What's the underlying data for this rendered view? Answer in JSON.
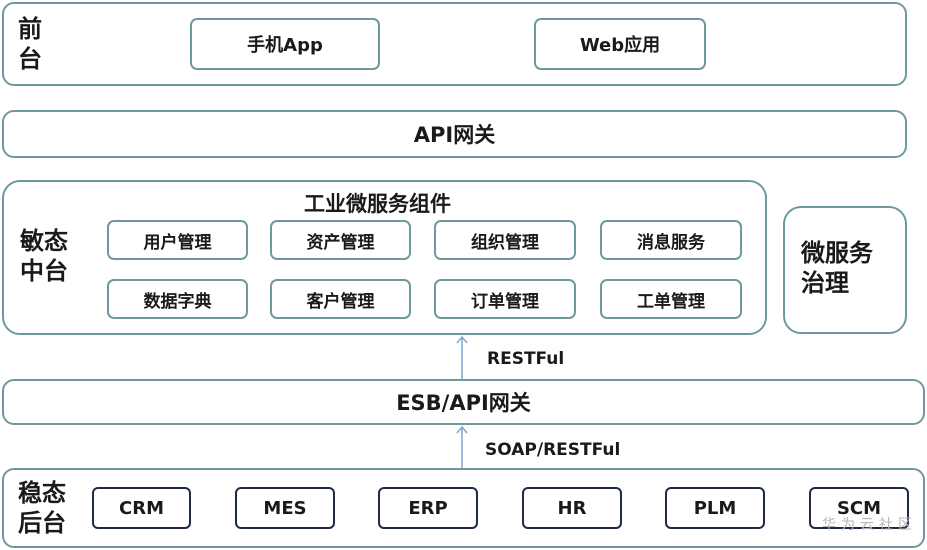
{
  "front": {
    "label_line1": "前",
    "label_line2": "台",
    "items": [
      "手机App",
      "Web应用"
    ]
  },
  "api_gateway": {
    "label": "API网关"
  },
  "agile": {
    "label_line1": "敏态",
    "label_line2": "中台",
    "title": "工业微服务组件",
    "row1": [
      "用户管理",
      "资产管理",
      "组织管理",
      "消息服务"
    ],
    "row2": [
      "数据字典",
      "客户管理",
      "订单管理",
      "工单管理"
    ]
  },
  "governance": {
    "label_line1": "微服务",
    "label_line2": "治理"
  },
  "protocol_upper": "RESTFul",
  "esb": {
    "label": "ESB/API网关"
  },
  "protocol_lower": "SOAP/RESTFul",
  "stable": {
    "label_line1": "稳态",
    "label_line2": "后台",
    "systems": [
      "CRM",
      "MES",
      "ERP",
      "HR",
      "PLM",
      "SCM"
    ]
  },
  "watermark": "华为云社区",
  "colors": {
    "border": "#6e9a9e",
    "system_border": "#1f2a44",
    "arrow": "#7aa7d4"
  }
}
